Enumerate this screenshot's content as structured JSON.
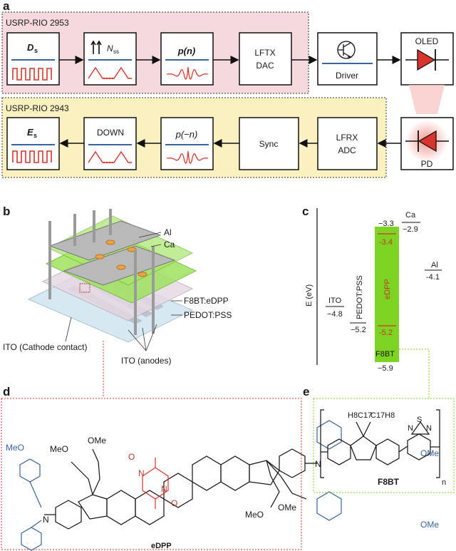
{
  "panels": {
    "a": "a",
    "b": "b",
    "c": "c",
    "d": "d",
    "e": "e"
  },
  "panel_a": {
    "group_top": "USRP-RIO 2953",
    "group_bottom": "USRP-RIO 2943",
    "ds_symbol": "D",
    "ds_sub": "s",
    "nss_symbol": "N",
    "nss_sub": "ss",
    "pn_label": "p(n)",
    "lftx_line1": "LFTX",
    "lftx_line2": "DAC",
    "driver": "Driver",
    "oled": "OLED",
    "es_symbol": "E",
    "es_sub": "s",
    "down": "DOWN",
    "pminus_label": "p(−n)",
    "sync": "Sync",
    "lfrx_line1": "LFRX",
    "lfrx_line2": "ADC",
    "pd": "PD"
  },
  "panel_b": {
    "al": "Al",
    "ca": "Ca",
    "f8bt_edpp": "F8BT:eDPP",
    "pedot": "PEDOT:PSS",
    "ito_cathode": "ITO (Cathode contact)",
    "ito_anodes": "ITO (anodes)"
  },
  "panel_c": {
    "axis": "E (eV)",
    "v_m33": "−3.3",
    "ca": "Ca",
    "v_m29": "−2.9",
    "v_m34": "-3.4",
    "edpp": "eDPP",
    "pedot": "PEDOT:PSS",
    "al": "Al",
    "v_m41": "-4.1",
    "ito": "ITO",
    "v_m48": "−4.8",
    "v_m52a": "-5.2",
    "v_m52b": "−5.2",
    "f8bt": "F8BT",
    "v_m59": "−5.9"
  },
  "panel_d": {
    "meo1": "MeO",
    "ome1": "OMe",
    "meo2": "MeO",
    "meo3": "MeO",
    "ome2": "OMe",
    "ome3": "OMe",
    "ome4": "OMe",
    "o1": "O",
    "o2": "O",
    "n1": "N",
    "n2": "N",
    "n3": "N",
    "n4": "N",
    "name": "eDPP"
  },
  "panel_e": {
    "h8c17": "H8C17",
    "c17h8": "C17H8",
    "s": "S",
    "n_left": "N",
    "n_right": "N",
    "n_sub": "n",
    "name": "F8BT"
  },
  "colors": {
    "pink_bg": "#f6d9dd",
    "yellow_bg": "#fbf0c0",
    "red": "#d9342b",
    "green": "#7dd321",
    "blue": "#3a64a0"
  }
}
